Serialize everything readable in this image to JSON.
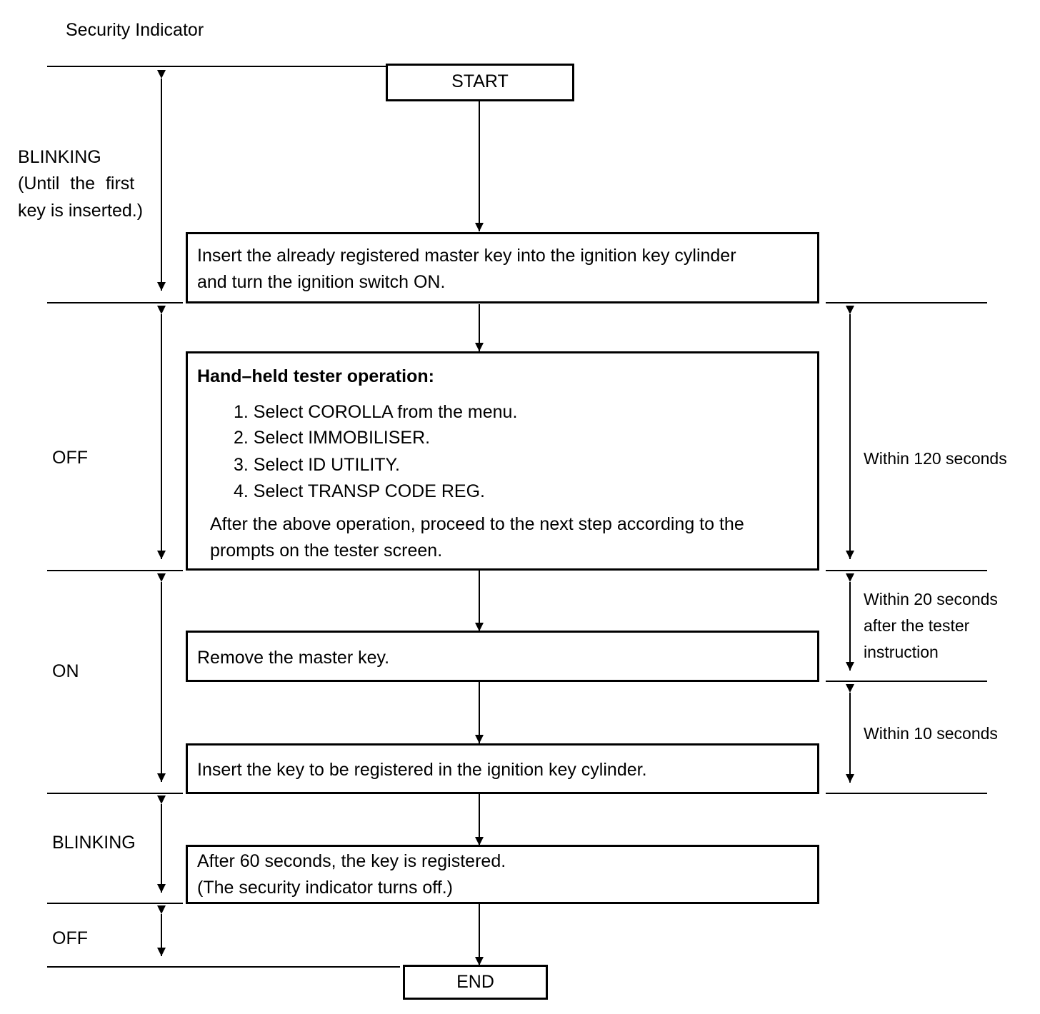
{
  "title": "Security Indicator",
  "nodes": {
    "start": "START",
    "step1": [
      "Insert the already registered master key into the ignition key cylinder",
      "and turn the ignition switch ON."
    ],
    "step2": {
      "heading": "Hand–held tester operation:",
      "items": [
        "1. Select COROLLA from the menu.",
        "2. Select IMMOBILISER.",
        "3. Select ID UTILITY.",
        "4. Select TRANSP CODE REG."
      ],
      "note": [
        "After the above operation, proceed to the next step according to the",
        "prompts on the tester screen."
      ]
    },
    "step3": "Remove the master key.",
    "step4": "Insert the key to be registered in the ignition key cylinder.",
    "step5": [
      "After 60 seconds, the key is registered.",
      "(The security indicator turns off.)"
    ],
    "end": "END"
  },
  "indicator_states": {
    "blinking1": [
      "BLINKING",
      "(Until the first",
      "key is inserted.)"
    ],
    "off1": "OFF",
    "on": "ON",
    "blinking2": "BLINKING",
    "off2": "OFF"
  },
  "time_limits": {
    "t120": "Within 120 seconds",
    "t20": [
      "Within 20 seconds",
      "after the tester",
      "instruction"
    ],
    "t10": "Within 10 seconds"
  }
}
